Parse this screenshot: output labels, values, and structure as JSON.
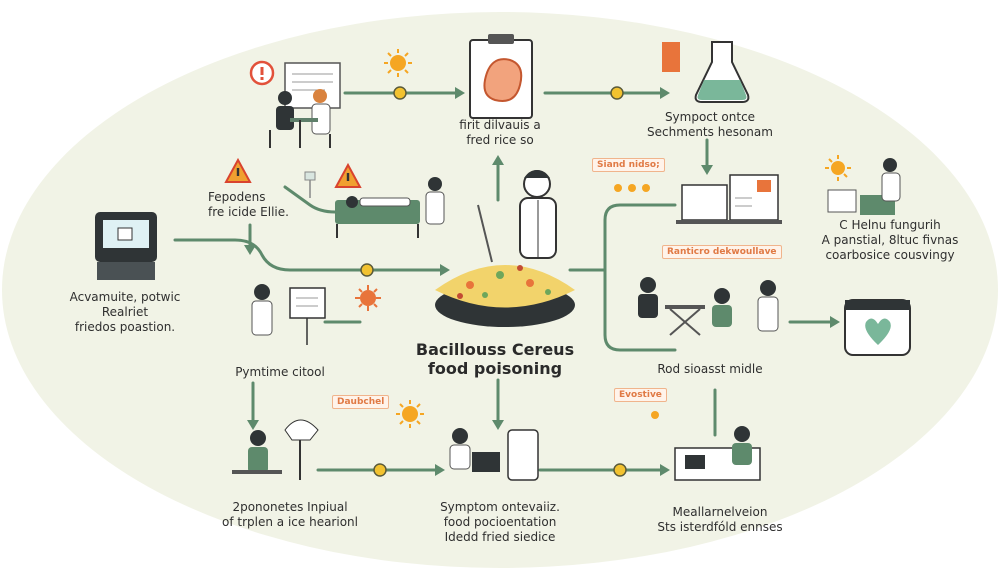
{
  "title": {
    "line1": "Bacillouss Cereus",
    "line2": "food poisoning"
  },
  "labels": {
    "top_center": [
      "firit dilvauis a",
      "fred rice so"
    ],
    "top_right": [
      "Sympoct ontce",
      "Sechments hesonam"
    ],
    "left_mid": [
      "Fepodens",
      "fre icide Ellie."
    ],
    "far_left": [
      "Acvamuite, potwic",
      "Realriet",
      "friedos poastion."
    ],
    "left_lower": [
      "Pymtime citool"
    ],
    "right_upper": [
      "C Helnu fungurih",
      "A panstial, 8ltuc fivnas",
      "coarbosice cousvingy"
    ],
    "right_mid": [
      "Rod sioasst midle"
    ],
    "bottom_left": [
      "2pononetes Inpiual",
      "of trplen a ice hearionl"
    ],
    "bottom_center": [
      "Symptom ontevaiiz.",
      "food pocioentation",
      "Idedd fried siedice"
    ],
    "bottom_right": [
      "Meallarnelveion",
      "Sts isterdfóld ennses"
    ]
  },
  "tags": {
    "sand": "Siand nidso;",
    "ranti": "Ranticro dekwoullave",
    "daubchel": "Daubchel",
    "evostive": "Evostive"
  },
  "colors": {
    "background_oval": "#f1f3e6",
    "flow_line": "#5e8a6c",
    "connector_dot": "#f2c230",
    "accent_orange": "#e07a45",
    "sun": "#f5a623",
    "warning": "#f0a030",
    "rice_bowl": "#2f3436",
    "rice": "#f2d36b",
    "text": "#2f2f2f"
  },
  "icons": [
    "warning-icon",
    "sun-icon",
    "clipboard-stomach-icon",
    "lab-flask-icon",
    "bacteria-icon",
    "doctor-icon",
    "patient-bed-icon",
    "microwave-icon",
    "fried-rice-bowl-icon",
    "kitchen-appliance-icon",
    "heart-container-icon"
  ]
}
